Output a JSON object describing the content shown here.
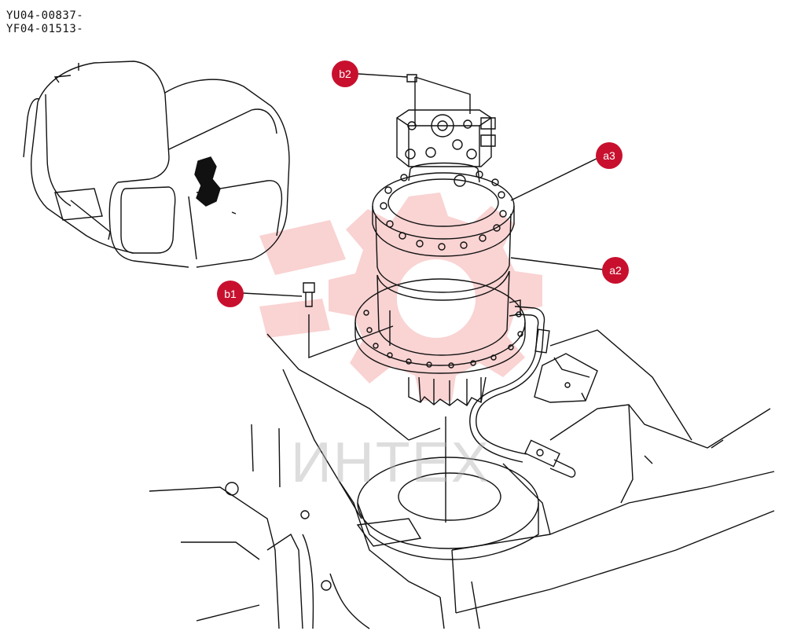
{
  "serials": [
    "YU04-00837-",
    "YF04-01513-"
  ],
  "callouts": [
    {
      "id": "b2",
      "label": "b2"
    },
    {
      "id": "a3",
      "label": "a3"
    },
    {
      "id": "a2",
      "label": "a2"
    },
    {
      "id": "b1",
      "label": "b1"
    }
  ],
  "watermark": {
    "text": "ИНТЕХ",
    "color": "#f5a0a0"
  },
  "colors": {
    "callout": "#c8102e",
    "line": "#111111"
  }
}
